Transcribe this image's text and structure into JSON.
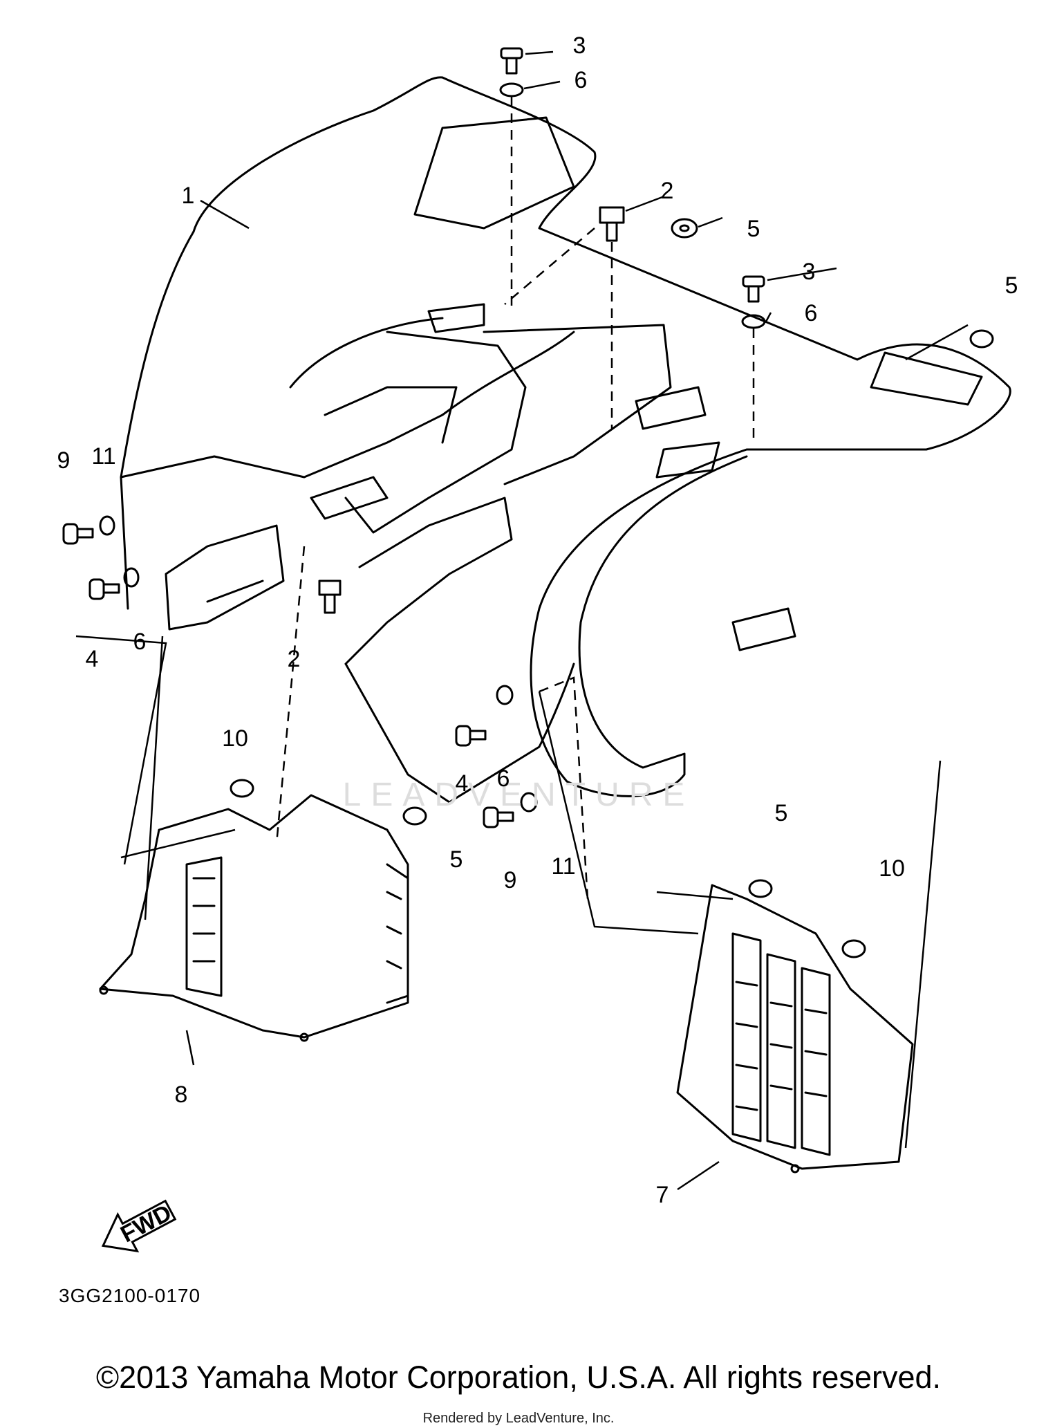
{
  "diagram": {
    "callouts": [
      {
        "id": "c1",
        "label": "1"
      },
      {
        "id": "c2a",
        "label": "2"
      },
      {
        "id": "c2b",
        "label": "2"
      },
      {
        "id": "c3a",
        "label": "3"
      },
      {
        "id": "c3b",
        "label": "3"
      },
      {
        "id": "c4a",
        "label": "4"
      },
      {
        "id": "c4b",
        "label": "4"
      },
      {
        "id": "c5a",
        "label": "5"
      },
      {
        "id": "c5b",
        "label": "5"
      },
      {
        "id": "c5c",
        "label": "5"
      },
      {
        "id": "c5d",
        "label": "5"
      },
      {
        "id": "c6a",
        "label": "6"
      },
      {
        "id": "c6b",
        "label": "6"
      },
      {
        "id": "c6c",
        "label": "6"
      },
      {
        "id": "c6d",
        "label": "6"
      },
      {
        "id": "c7",
        "label": "7"
      },
      {
        "id": "c8",
        "label": "8"
      },
      {
        "id": "c9a",
        "label": "9"
      },
      {
        "id": "c9b",
        "label": "9"
      },
      {
        "id": "c10a",
        "label": "10"
      },
      {
        "id": "c10b",
        "label": "10"
      },
      {
        "id": "c11a",
        "label": "11"
      },
      {
        "id": "c11b",
        "label": "11"
      }
    ],
    "fwd_label": "FWD",
    "diagram_code": "3GG2100-0170",
    "watermark": "LEADVENTURE"
  },
  "footer": {
    "copyright": "©2013 Yamaha Motor Corporation, U.S.A. All rights reserved.",
    "rendered_by": "Rendered by LeadVenture, Inc."
  }
}
